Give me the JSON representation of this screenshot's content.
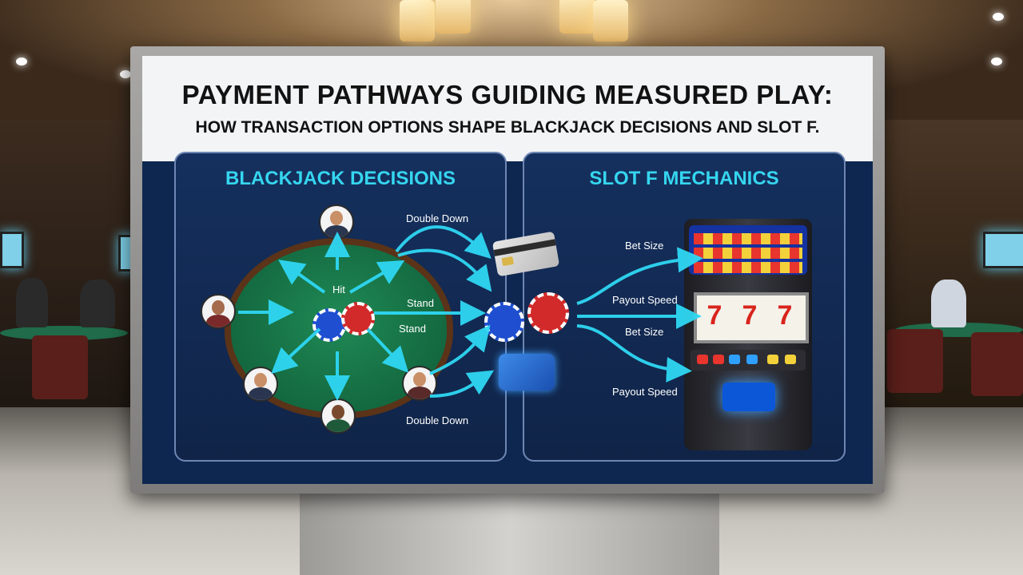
{
  "screen": {
    "title_line1": "PAYMENT PATHWAYS GUIDING MEASURED PLAY:",
    "title_line2": "HOW TRANSACTION OPTIONS SHAPE BLACKJACK DECISIONS AND SLOT F."
  },
  "left_panel": {
    "title": "BLACKJACK DECISIONS",
    "labels": {
      "double_down_top": "Double Down",
      "hit": "Hit",
      "stand_1": "Stand",
      "stand_2": "Stand",
      "double_down_bottom": "Double Down"
    }
  },
  "right_panel": {
    "title": "SLOT F MECHANICS",
    "labels": {
      "bet_size_1": "Bet Size",
      "payout_speed_1": "Payout Speed",
      "bet_size_2": "Bet Size",
      "payout_speed_2": "Payout Speed"
    },
    "reels": [
      "7",
      "7",
      "7"
    ]
  },
  "colors": {
    "accent_cyan": "#35d6ef",
    "arrow": "#2fd7f3",
    "panel_bg": "#102448"
  },
  "icons": [
    "dealer-avatar-icon",
    "player-avatar-icon",
    "credit-card-icon",
    "casino-chip-icon",
    "wallet-icon",
    "slot-machine-icon"
  ]
}
